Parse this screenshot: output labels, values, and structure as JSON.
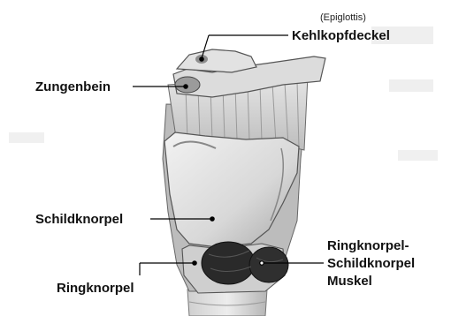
{
  "labels": {
    "epiglottis_note": "(Epiglottis)",
    "kehlkopfdeckel": "Kehlkopfdeckel",
    "zungenbein": "Zungenbein",
    "schildknorpel": "Schildknorpel",
    "ringknorpel": "Ringknorpel",
    "muskel_line1": "Ringknorpel-",
    "muskel_line2": "Schildknorpel",
    "muskel_line3": "Muskel"
  },
  "colors": {
    "cartilage": "#d9d9d9",
    "shadow": "#8a8a8a",
    "muscle": "#2a2a2a",
    "background": "#ffffff"
  }
}
